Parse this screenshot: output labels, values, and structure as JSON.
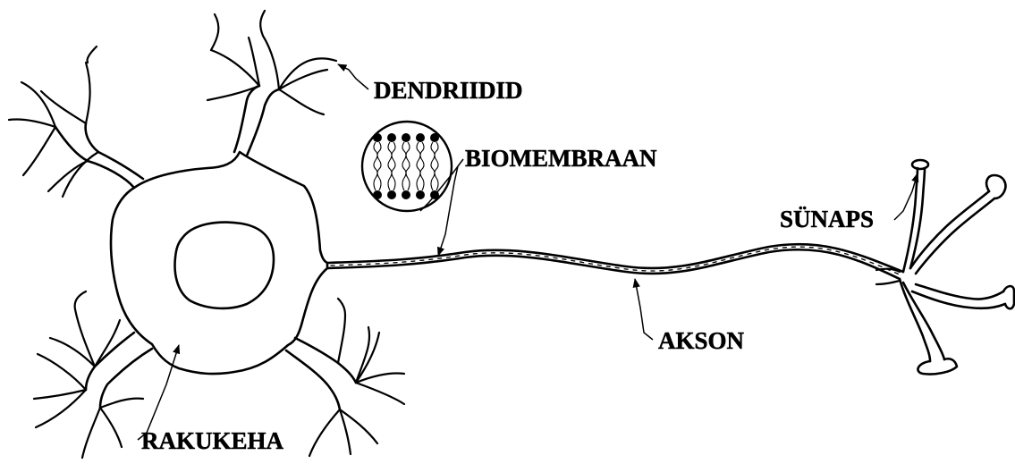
{
  "labels": {
    "dendrites": "DENDRIIDID",
    "membrane": "BIOMEMBRAAN",
    "synapse": "SÜNAPS",
    "axon": "AKSON",
    "cell_body": "RAKUKEHA"
  },
  "colors": {
    "ink": "#000000",
    "background": "#ffffff"
  }
}
